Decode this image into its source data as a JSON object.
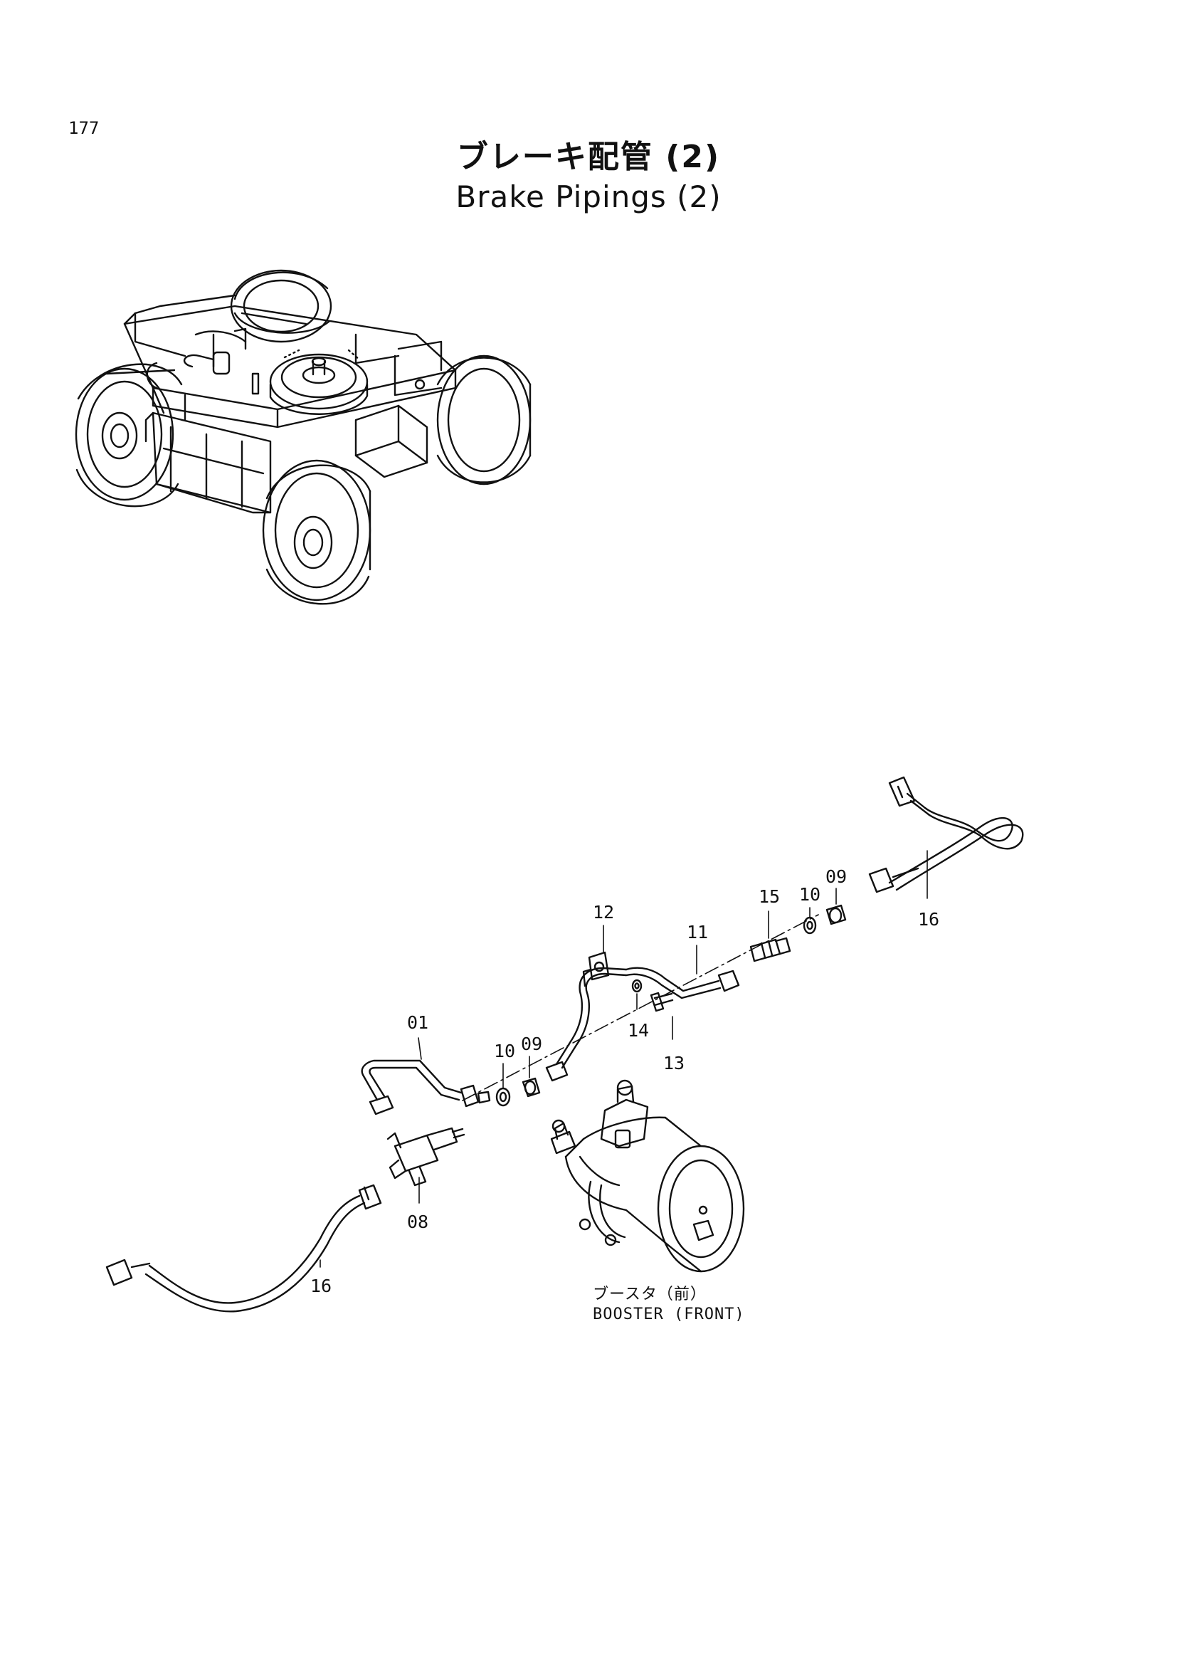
{
  "page": {
    "number": "177"
  },
  "title": {
    "japanese": "ブレーキ配管 (2)",
    "english": "Brake Pipings (2)"
  },
  "booster": {
    "japanese": "ブースタ（前）",
    "english": "BOOSTER (FRONT)"
  },
  "callouts": [
    {
      "id": "part-01",
      "label": "01"
    },
    {
      "id": "part-08",
      "label": "08"
    },
    {
      "id": "part-09a",
      "label": "09"
    },
    {
      "id": "part-09b",
      "label": "09"
    },
    {
      "id": "part-10a",
      "label": "10"
    },
    {
      "id": "part-10b",
      "label": "10"
    },
    {
      "id": "part-11",
      "label": "11"
    },
    {
      "id": "part-12",
      "label": "12"
    },
    {
      "id": "part-13",
      "label": "13"
    },
    {
      "id": "part-14",
      "label": "14"
    },
    {
      "id": "part-15",
      "label": "15"
    },
    {
      "id": "part-16a",
      "label": "16"
    },
    {
      "id": "part-16b",
      "label": "16"
    }
  ]
}
